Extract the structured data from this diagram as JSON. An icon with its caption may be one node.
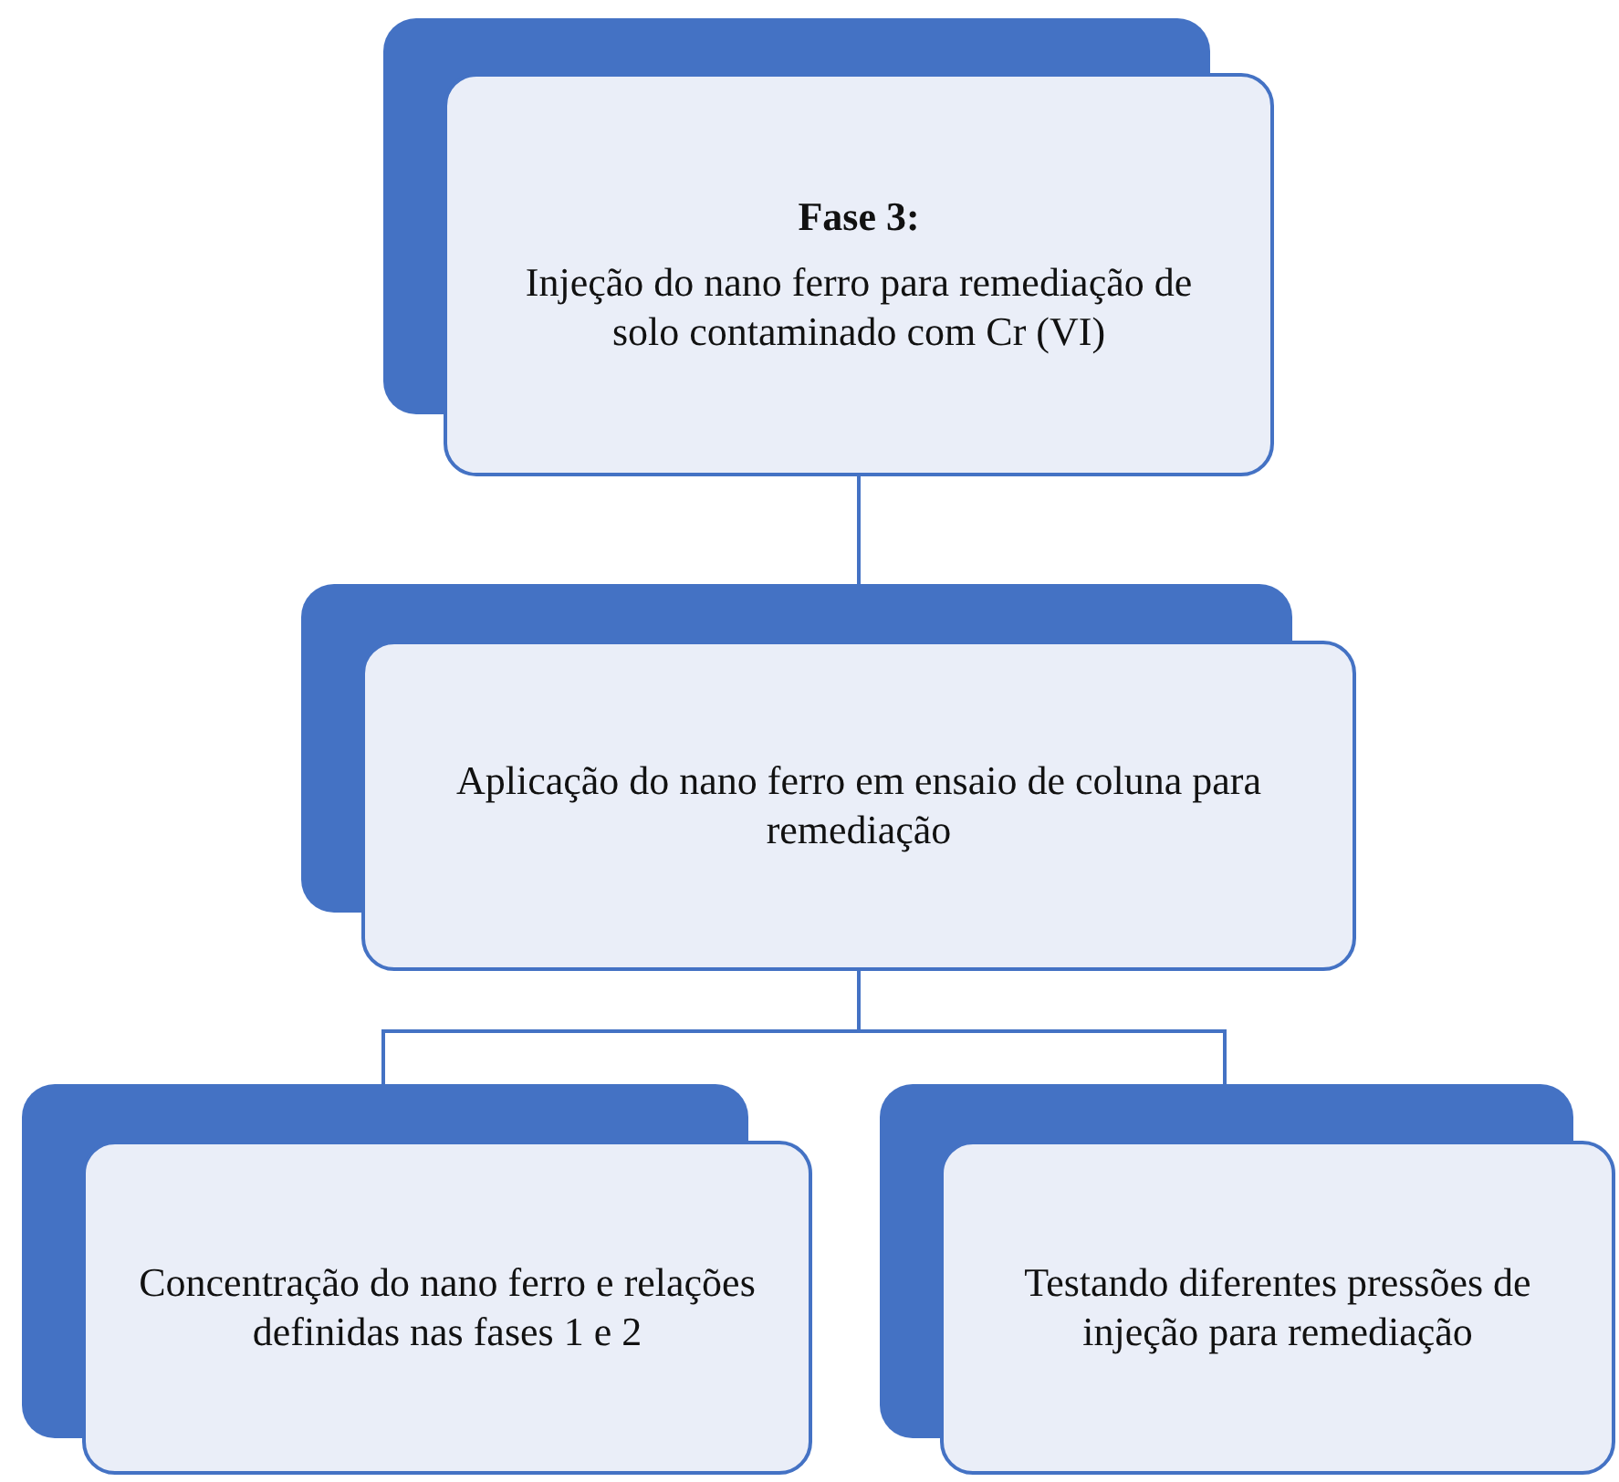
{
  "diagram": {
    "nodes": [
      {
        "text": [
          "Fase 3:",
          "Injeção do nano ferro para remediação de solo contaminado com Cr (VI)"
        ]
      },
      {
        "text": [
          "Aplicação  do nano ferro em ensaio de coluna para remediação"
        ]
      },
      {
        "text": [
          "Concentração do nano ferro e relações definidas nas fases 1 e 2"
        ]
      },
      {
        "text": [
          "Testando diferentes pressões de injeção para remediação"
        ]
      }
    ],
    "edges": [
      {
        "from": 0,
        "to": 1,
        "arrow": "none"
      },
      {
        "from": 1,
        "to": 2,
        "arrow": "none"
      },
      {
        "from": 1,
        "to": 3,
        "arrow": "none"
      }
    ]
  }
}
